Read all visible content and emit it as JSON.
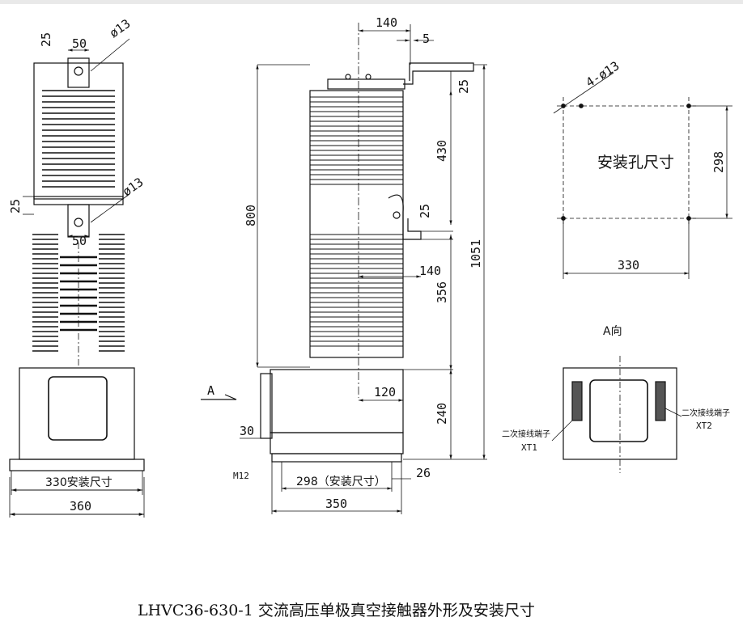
{
  "front_view": {
    "dim_25_top": "25",
    "dim_50_top": "50",
    "dim_phi13_top": "ø13",
    "dim_25_mid": "25",
    "dim_phi13_mid": "ø13",
    "dim_50_mid": "50",
    "mount_width_label": "330安装尺寸",
    "base_width_label": "360"
  },
  "side_view": {
    "dim_140_top": "140",
    "dim_5": "5",
    "dim_25_a": "25",
    "dim_430": "430",
    "dim_800": "800",
    "dim_25_b": "25",
    "dim_140_mid": "140",
    "dim_356": "356",
    "dim_1051": "1051",
    "dim_120": "120",
    "dim_240": "240",
    "dim_30": "30",
    "view_arrow_label": "A",
    "bolt_label": "M12",
    "mount_width_label": "298（安装尺寸）",
    "dim_26": "26",
    "base_width_label": "350"
  },
  "hole_layout": {
    "hole_note": "4-ø13",
    "title": "安装孔尺寸",
    "dim_298": "298",
    "dim_330": "330"
  },
  "a_view": {
    "title": "A向",
    "terminal_left_label": "二次接线端子",
    "terminal_left_code": "XT1",
    "terminal_right_label": "二次接线端子",
    "terminal_right_code": "XT2"
  },
  "caption": "LHVC36-630-1 交流高压单极真空接触器外形及安装尺寸"
}
